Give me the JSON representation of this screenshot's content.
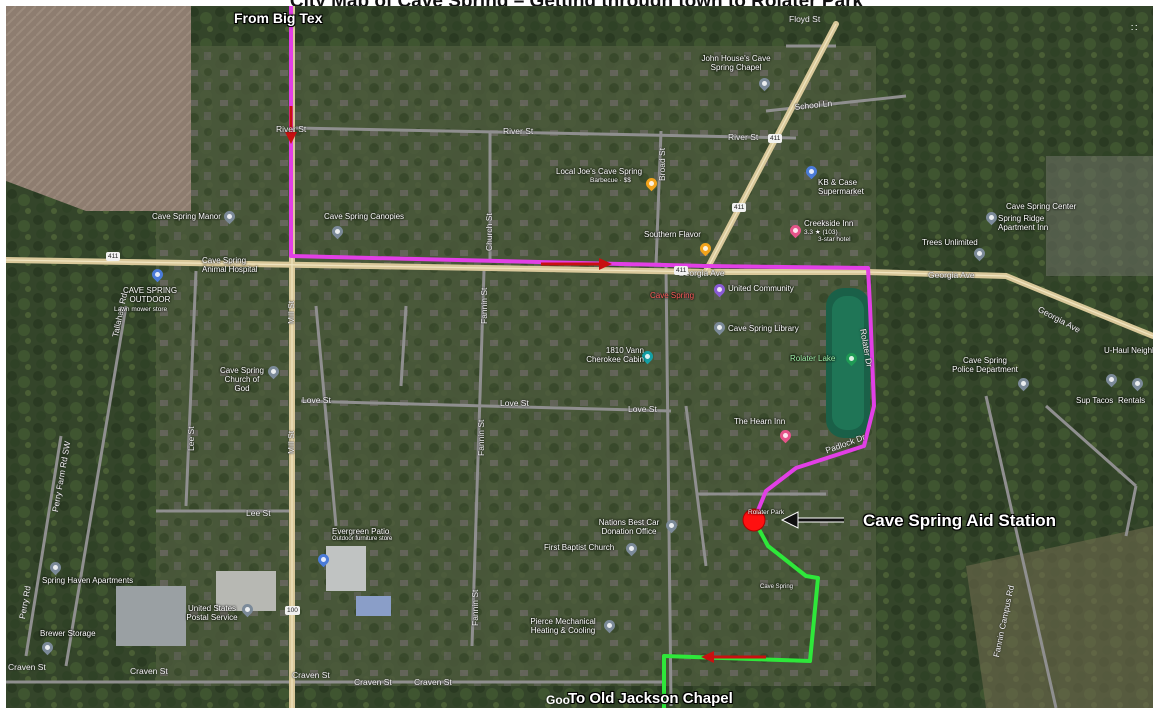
{
  "title": "City Map of Cave Spring – Getting through town to Rolater Park",
  "route_labels": {
    "start": "From Big Tex",
    "aid_station": "Cave Spring Aid Station",
    "end": "To Old Jackson Chapel"
  },
  "map_attribution": "Goo",
  "colors": {
    "route_in": "#e23fe6",
    "route_out": "#2ee83a",
    "arrow": "#c81010",
    "aid_station": "#ff1010",
    "road": "#d9c89a",
    "street": "#8f8f8f"
  },
  "streets": {
    "river_st_west": "River St",
    "river_st_mid": "River St",
    "river_st_east": "River St",
    "georgia_ave_1": "Georgia Ave",
    "georgia_ave_2": "Georgia Ave",
    "georgia_ave_3": "Georgia Ave",
    "love_st_west": "Love St",
    "love_st_mid": "Love St",
    "love_st_east": "Love St",
    "lee_st": "Lee St",
    "craven_st_1": "Craven St",
    "craven_st_2": "Craven St",
    "craven_st_3": "Craven St",
    "craven_st_4": "Craven St",
    "craven_st_5": "Craven St",
    "mill_st_north": "Mill St",
    "mill_st_south": "Mill St",
    "church_st": "Church St",
    "fannin_st_north": "Fannin St",
    "fannin_st_mid": "Fannin St",
    "fannin_st_south": "Fannin St",
    "broad_st": "Broad St",
    "lee_st_vertical": "Lee St",
    "tallahan_rd": "Tallahan Rd",
    "perry_farm_rd": "Perry Farm Rd SW",
    "perry_rd": "Perry Rd",
    "floyd_st": "Floyd St",
    "school_ln": "School Ln",
    "rolater_dr": "Rolater Dr",
    "padlock_dr": "Padlock Dr",
    "fannin_campus_rd": "Fannin Campus Rd"
  },
  "route_shields": [
    "411",
    "411",
    "411",
    "100",
    "411"
  ],
  "places": {
    "john_houses": "John House's Cave Spring Chapel",
    "local_joes": "Local Joe's Cave Spring",
    "local_joes_sub": "Barbecue · $$",
    "southern_flavor": "Southern Flavor",
    "kb_supermarket": "KB & Case Supermarket",
    "creekside_inn": "Creekside Inn",
    "creekside_sub": "3.3 ★ (103)",
    "creekside_sub2": "3-star hotel",
    "cave_spring_manor": "Cave Spring Manor",
    "cave_spring_canopies": "Cave Spring Canopies",
    "animal_hospital": "Cave Spring Animal Hospital",
    "cave_spring_outdoor": "CAVE SPRING OUTDOOR",
    "cave_spring_outdoor_sub": "Lawn mower store",
    "cave_spring_center": "Cave Spring Center",
    "spring_ridge": "Spring Ridge Apartment Inn",
    "trees_unlimited": "Trees Unlimited",
    "cave_spring_town": "Cave Spring",
    "united_community": "United Community",
    "cave_spring_library": "Cave Spring Library",
    "vann_cabin": "1810 Vann Cherokee Cabin",
    "church_of_god": "Cave Spring Church of God",
    "rolater_lake": "Rolater Lake",
    "police_department": "Cave Spring Police Department",
    "uhaul": "U-Haul Neighborhood",
    "sup_tacos": "Sup Tacos",
    "rentals": "Rentals",
    "hearn_inn": "The Hearn Inn",
    "nations_best": "Nations Best Car Donation Office",
    "first_baptist": "First Baptist Church",
    "evergreen_patio": "Evergreen Patio",
    "evergreen_sub": "Outdoor furniture store",
    "spring_haven": "Spring Haven Apartments",
    "us_postal": "United States Postal Service",
    "brewer_storage": "Brewer Storage",
    "cave_spring_small": "Cave Spring",
    "pierce_mechanical": "Pierce Mechanical Heating & Cooling",
    "rolater_park": "Rolater Park"
  }
}
